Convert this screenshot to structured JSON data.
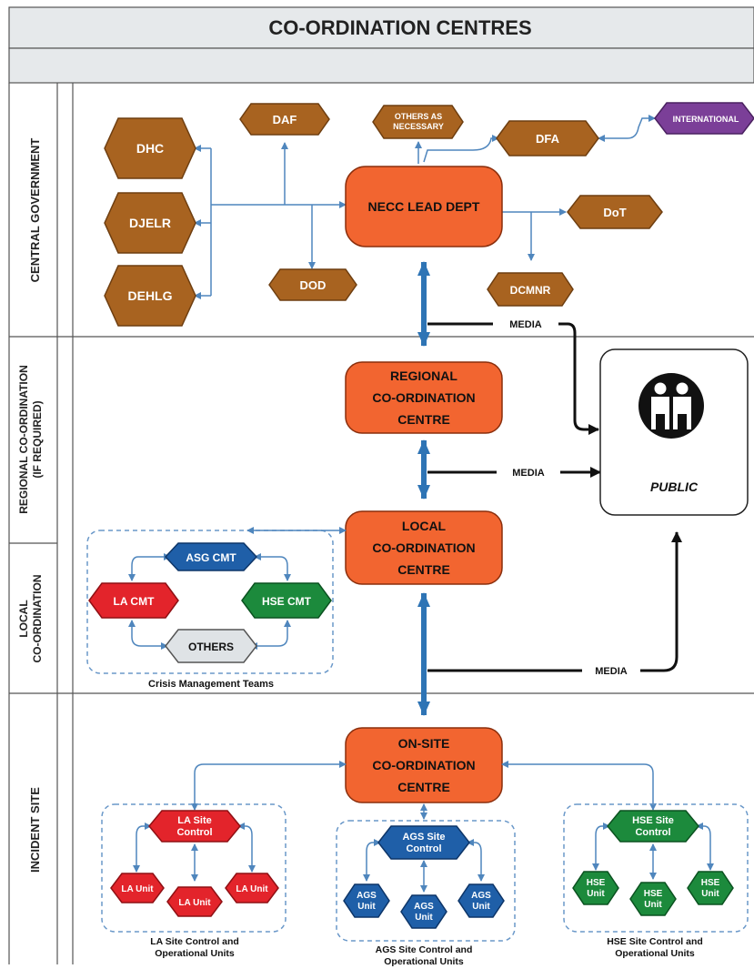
{
  "title": "CO-ORDINATION CENTRES",
  "rows": {
    "central": "CENTRAL GOVERNMENT",
    "regional": [
      "REGIONAL CO-ORDINATION",
      "(IF REQUIRED)"
    ],
    "local": [
      "LOCAL",
      "CO-ORDINATION"
    ],
    "incident": "INCIDENT SITE"
  },
  "central": {
    "dhc": "DHC",
    "djelr": "DJELR",
    "dehlg": "DEHLG",
    "daf": "DAF",
    "dod": "DOD",
    "others": [
      "OTHERS AS",
      "NECESSARY"
    ],
    "dfa": "DFA",
    "international": "INTERNATIONAL",
    "necc": "NECC LEAD DEPT",
    "dot": "DoT",
    "dcmnr": "DCMNR"
  },
  "media": "MEDIA",
  "public": "PUBLIC",
  "regional_centre": [
    "REGIONAL",
    "CO-ORDINATION",
    "CENTRE"
  ],
  "local_centre": [
    "LOCAL",
    "CO-ORDINATION",
    "CENTRE"
  ],
  "cmt": {
    "asg": "ASG CMT",
    "la": "LA CMT",
    "hse": "HSE CMT",
    "others": "OTHERS",
    "caption": "Crisis Management Teams"
  },
  "onsite_centre": [
    "ON-SITE",
    "CO-ORDINATION",
    "CENTRE"
  ],
  "sites": {
    "la": {
      "control": [
        "LA Site",
        "Control"
      ],
      "unit": [
        "LA Unit"
      ],
      "caption": [
        "LA Site Control and",
        "Operational Units"
      ]
    },
    "ags": {
      "control": [
        "AGS Site",
        "Control"
      ],
      "unit": [
        "AGS",
        "Unit"
      ],
      "caption": [
        "AGS Site Control and",
        "Operational Units"
      ]
    },
    "hse": {
      "control": [
        "HSE Site",
        "Control"
      ],
      "unit": [
        "HSE",
        "Unit"
      ],
      "caption": [
        "HSE Site Control and",
        "Operational Units"
      ]
    }
  },
  "colors": {
    "orange": "#f26530",
    "brown": "#a86320",
    "purple": "#7b3f98",
    "blue": "#1f5fa8",
    "red": "#e3242b",
    "green": "#1c8a3c",
    "grey": "#dfe3e6",
    "connector": "#4f86bd",
    "band": "#e6e9eb"
  }
}
